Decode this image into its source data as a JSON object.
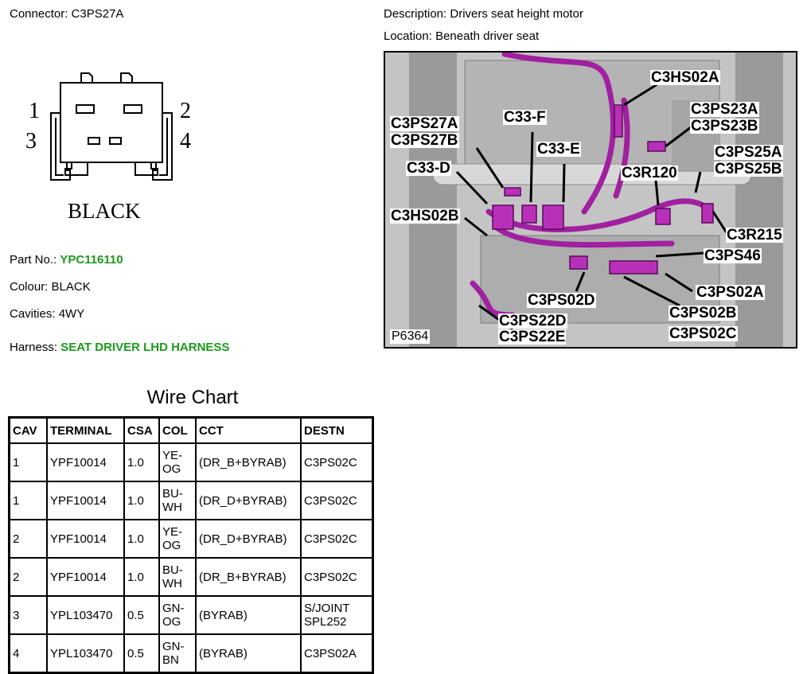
{
  "connector": {
    "label": "Connector:",
    "value": "C3PS27A"
  },
  "description": {
    "label": "Description:",
    "value": "Drivers seat height motor"
  },
  "location": {
    "label": "Location:",
    "value": "Beneath driver seat"
  },
  "pinout": {
    "pins": [
      "1",
      "2",
      "3",
      "4"
    ],
    "color_label": "BLACK"
  },
  "part_no": {
    "label": "Part No.:",
    "value": "YPC116110"
  },
  "colour": {
    "label": "Colour:",
    "value": "BLACK"
  },
  "cavities": {
    "label": "Cavities:",
    "value": "4WY"
  },
  "harness": {
    "label": "Harness:",
    "value": "SEAT DRIVER LHD HARNESS"
  },
  "photo": {
    "ref": "P6364",
    "callouts": [
      "C3HS02A",
      "C3PS23A",
      "C3PS23B",
      "C33-F",
      "C3PS27A",
      "C3PS27B",
      "C33-E",
      "C3PS25A",
      "C3PS25B",
      "C33-D",
      "C3R120",
      "C3HS02B",
      "C3R215",
      "C3PS46",
      "C3PS02A",
      "C3PS02D",
      "C3PS02B",
      "C3PS22D",
      "C3PS22E",
      "C3PS02C"
    ]
  },
  "wire_chart": {
    "title": "Wire Chart",
    "headers": [
      "CAV",
      "TERMINAL",
      "CSA",
      "COL",
      "CCT",
      "DESTN"
    ],
    "rows": [
      [
        "1",
        "YPF10014",
        "1.0",
        [
          "YE-",
          "OG"
        ],
        "(DR_B+BYRAB)",
        [
          "C3PS02C"
        ]
      ],
      [
        "1",
        "YPF10014",
        "1.0",
        [
          "BU-",
          "WH"
        ],
        "(DR_D+BYRAB)",
        [
          "C3PS02C"
        ]
      ],
      [
        "2",
        "YPF10014",
        "1.0",
        [
          "YE-",
          "OG"
        ],
        "(DR_D+BYRAB)",
        [
          "C3PS02C"
        ]
      ],
      [
        "2",
        "YPF10014",
        "1.0",
        [
          "BU-",
          "WH"
        ],
        "(DR_B+BYRAB)",
        [
          "C3PS02C"
        ]
      ],
      [
        "3",
        "YPL103470",
        "0.5",
        [
          "GN-",
          "OG"
        ],
        "(BYRAB)",
        [
          "S/JOINT",
          "SPL252"
        ]
      ],
      [
        "4",
        "YPL103470",
        "0.5",
        [
          "GN-",
          "BN"
        ],
        "(BYRAB)",
        [
          "C3PS02A"
        ]
      ]
    ]
  },
  "colors": {
    "accent_green": "#1a9a1a",
    "wire_magenta": "#a020a0"
  }
}
